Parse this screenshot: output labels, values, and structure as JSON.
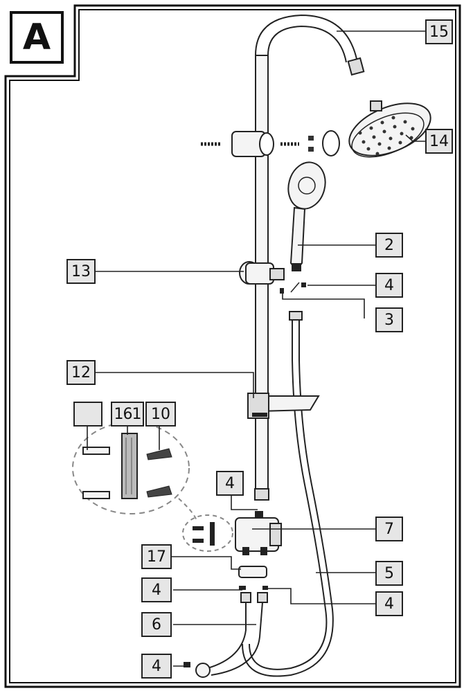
{
  "panel_letter": "A",
  "callouts": {
    "c15": "15",
    "c14": "14",
    "c2": "2",
    "c13": "13",
    "c4a": "4",
    "c3": "3",
    "c12": "12",
    "c_blank": "",
    "c16": "16",
    "c1": "1",
    "c10": "10",
    "c4b": "4",
    "c7": "7",
    "c17": "17",
    "c5": "5",
    "c4c": "4",
    "c4d": "4",
    "c6": "6",
    "c4e": "4"
  },
  "colors": {
    "line": "#222222",
    "label_fill": "#e6e6e6",
    "part_fill": "#f4f4f4"
  }
}
